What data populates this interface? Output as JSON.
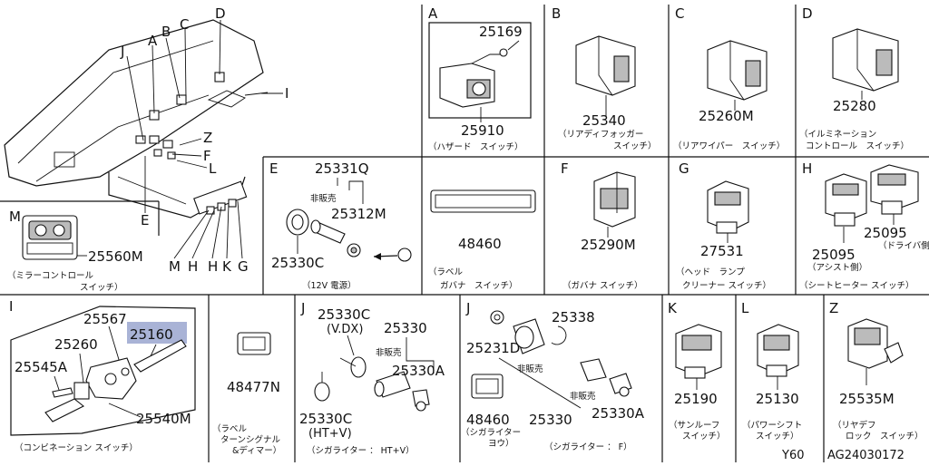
{
  "sections": {
    "A": {
      "letter": "A",
      "parts": [
        "25169",
        "25910"
      ],
      "caption": "（ハザード　スイッチ）"
    },
    "B": {
      "letter": "B",
      "parts": [
        "25340"
      ],
      "caption1": "（リアディフォッガー",
      "caption2": "スイッチ）"
    },
    "C": {
      "letter": "C",
      "parts": [
        "25260M"
      ],
      "caption": "（リアワイパー　スイッチ）"
    },
    "D": {
      "letter": "D",
      "parts": [
        "25280"
      ],
      "caption1": "（イルミネーション",
      "caption2": "コントロール　スイッチ）"
    },
    "E": {
      "letter": "E",
      "parts": [
        "25331Q",
        "25312M",
        "25330C"
      ],
      "not_sold": "非販売",
      "caption": "（12V 電源）"
    },
    "label": {
      "parts": [
        "48460"
      ],
      "caption1": "（ラベル",
      "caption2": "ガバナ　スイッチ）"
    },
    "F": {
      "letter": "F",
      "parts": [
        "25290M"
      ],
      "caption": "（ガバナ スイッチ）"
    },
    "G": {
      "letter": "G",
      "parts": [
        "27531"
      ],
      "caption1": "（ヘッド　ランプ",
      "caption2": "クリーナー スイッチ）"
    },
    "H": {
      "letter": "H",
      "parts": [
        "25095",
        "25095"
      ],
      "sub1": "（ドライバ側）",
      "sub2": "（アシスト側）",
      "caption": "（シートヒーター スイッチ）"
    },
    "M": {
      "letter": "M",
      "parts": [
        "25560M"
      ],
      "caption1": "（ミラーコントロール",
      "caption2": "スイッチ）"
    },
    "I": {
      "letter": "I",
      "parts": [
        "25567",
        "25160",
        "25260",
        "25545A",
        "25540M"
      ],
      "caption": "（コンビネーション スイッチ）"
    },
    "turn": {
      "parts": [
        "48477N"
      ],
      "caption1": "（ラベル",
      "caption2": "ターンシグナル",
      "caption3": "&ディマー）"
    },
    "J1": {
      "letter": "J",
      "parts": [
        "25330C",
        "(V.DX)",
        "25330",
        "25330A",
        "25330C",
        "(HT+V)"
      ],
      "not_sold": "非販売",
      "caption": "（シガライター ： HT+V）"
    },
    "J2": {
      "letter": "J",
      "parts": [
        "25338",
        "25231D",
        "48460",
        "25330",
        "25330A"
      ],
      "not_sold1": "非販売",
      "not_sold2": "非販売",
      "caption1": "（シガライター",
      "caption2": "ヨウ）",
      "caption3": "（シガライター ： F）"
    },
    "K": {
      "letter": "K",
      "parts": [
        "25190"
      ],
      "caption1": "（サンルーフ",
      "caption2": "スイッチ）"
    },
    "L": {
      "letter": "L",
      "parts": [
        "25130"
      ],
      "caption1": "（パワーシフト",
      "caption2": "スイッチ）"
    },
    "Z": {
      "letter": "Z",
      "parts": [
        "25535M"
      ],
      "caption1": "（リヤデフ",
      "caption2": "ロック　スイッチ）"
    }
  },
  "overview": {
    "letters": [
      "J",
      "A",
      "B",
      "C",
      "D",
      "I",
      "Z",
      "F",
      "L",
      "E",
      "M",
      "H",
      "H",
      "K",
      "G"
    ]
  },
  "footer": {
    "model": "Y60",
    "code": "AG24030172"
  },
  "colors": {
    "highlight": "#a9b3d6",
    "line": "#111111"
  }
}
